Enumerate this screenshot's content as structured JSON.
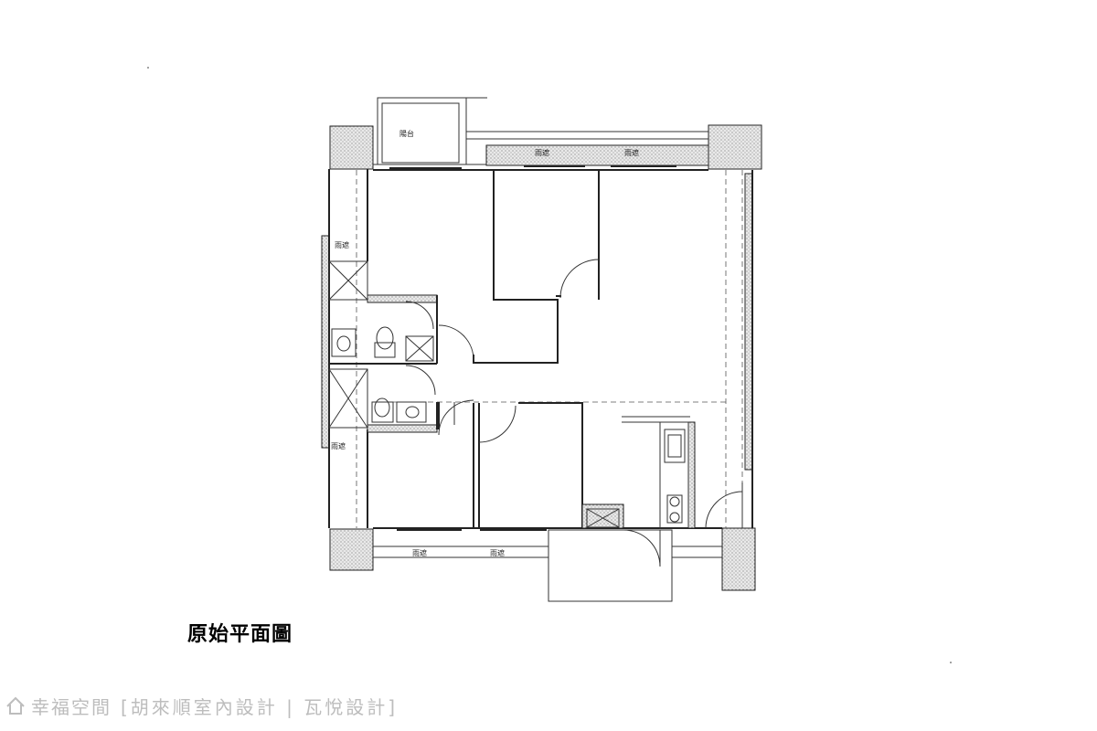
{
  "diagram": {
    "title": "原始平面圖",
    "labels": {
      "top_window_a": "雨遮",
      "top_window_b": "雨遮",
      "top_balcony": "陽台",
      "left_upper": "雨遮",
      "left_lower": "雨遮",
      "bottom_window_a": "雨遮",
      "bottom_window_b": "雨遮"
    }
  },
  "watermark": {
    "brand": "幸福空間",
    "credit": "[胡來順室內設計 | 瓦悅設計]",
    "icon": "house-logo-icon"
  }
}
